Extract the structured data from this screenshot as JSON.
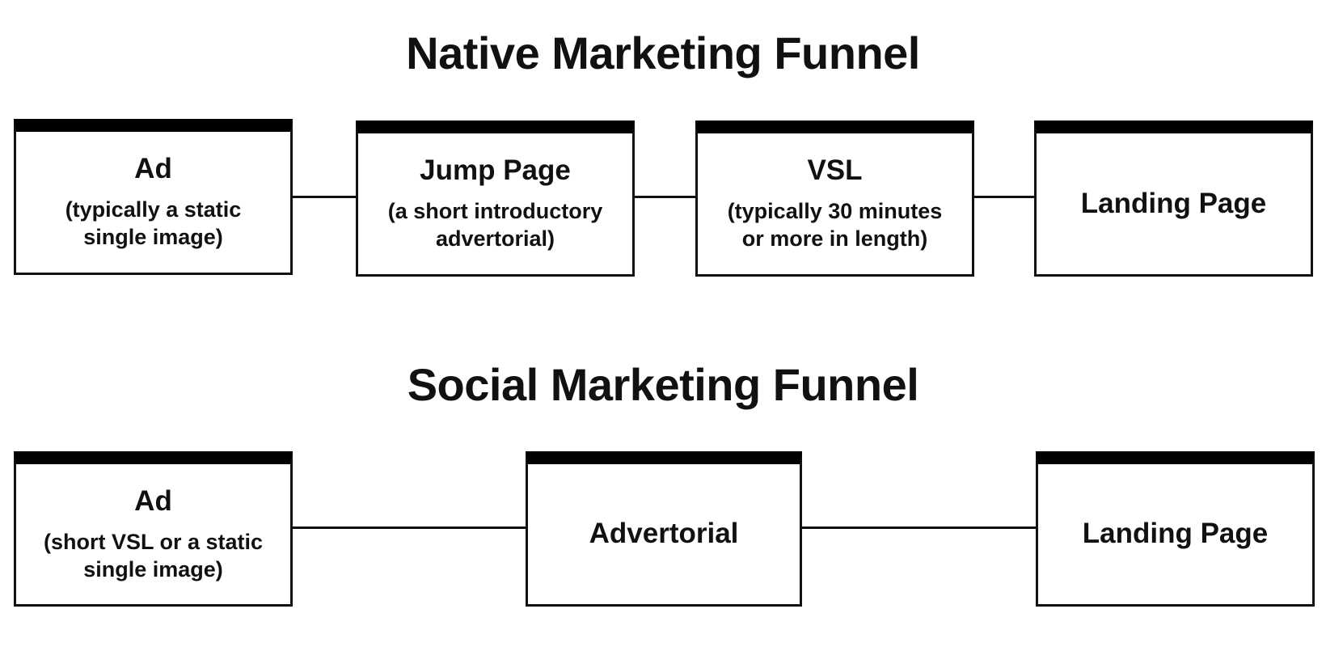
{
  "native": {
    "title": "Native Marketing Funnel",
    "steps": [
      {
        "title": "Ad",
        "subtitle": "(typically a static\nsingle image)"
      },
      {
        "title": "Jump Page",
        "subtitle": "(a short introductory\nadvertorial)"
      },
      {
        "title": "VSL",
        "subtitle": "(typically 30 minutes\nor more in length)"
      },
      {
        "title": "Landing Page",
        "subtitle": ""
      }
    ]
  },
  "social": {
    "title": "Social Marketing Funnel",
    "steps": [
      {
        "title": "Ad",
        "subtitle": "(short VSL or a static\nsingle image)"
      },
      {
        "title": "Advertorial",
        "subtitle": ""
      },
      {
        "title": "Landing Page",
        "subtitle": ""
      }
    ]
  },
  "colors": {
    "stroke": "#111111",
    "header_bar": "#000000",
    "background": "#ffffff"
  }
}
